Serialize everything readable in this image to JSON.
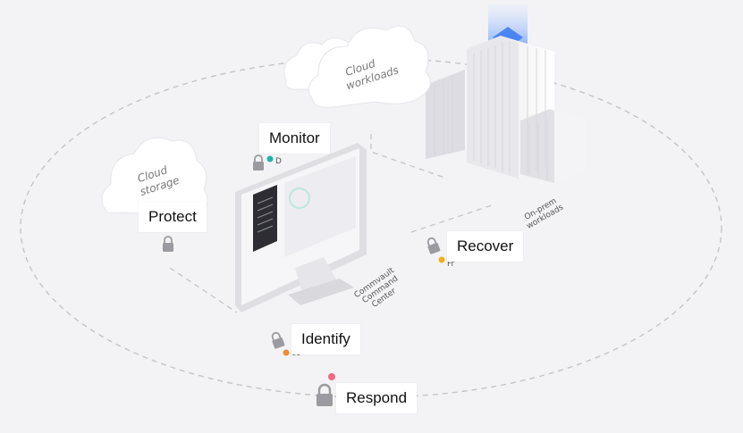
{
  "labels": {
    "monitor": "Monitor",
    "protect": "Protect",
    "recover": "Recover",
    "identify": "Identify",
    "respond": "Respond"
  },
  "diagram_text": {
    "cloud_storage_line1": "Cloud",
    "cloud_storage_line2": "storage",
    "cloud_workloads_line1": "Cloud",
    "cloud_workloads_line2": "workloads",
    "onprem_line1": "On-prem",
    "onprem_line2": "workloads",
    "command_line1": "Commvault",
    "command_line2": "Command",
    "command_line3": "Center",
    "partial_monitor": "D",
    "partial_recover": "Fr",
    "partial_identify": "co"
  },
  "colors": {
    "background": "#f3f3f6",
    "label_bg": "#ffffff",
    "dot_teal": "#1fb5a5",
    "dot_yellow": "#f2b01e",
    "dot_orange": "#f28a2e",
    "dot_pink": "#f06a80",
    "glow_blue": "#4a86f7"
  },
  "icons": [
    "lock-icon",
    "cloud-icon",
    "building-icon",
    "monitor-icon"
  ]
}
